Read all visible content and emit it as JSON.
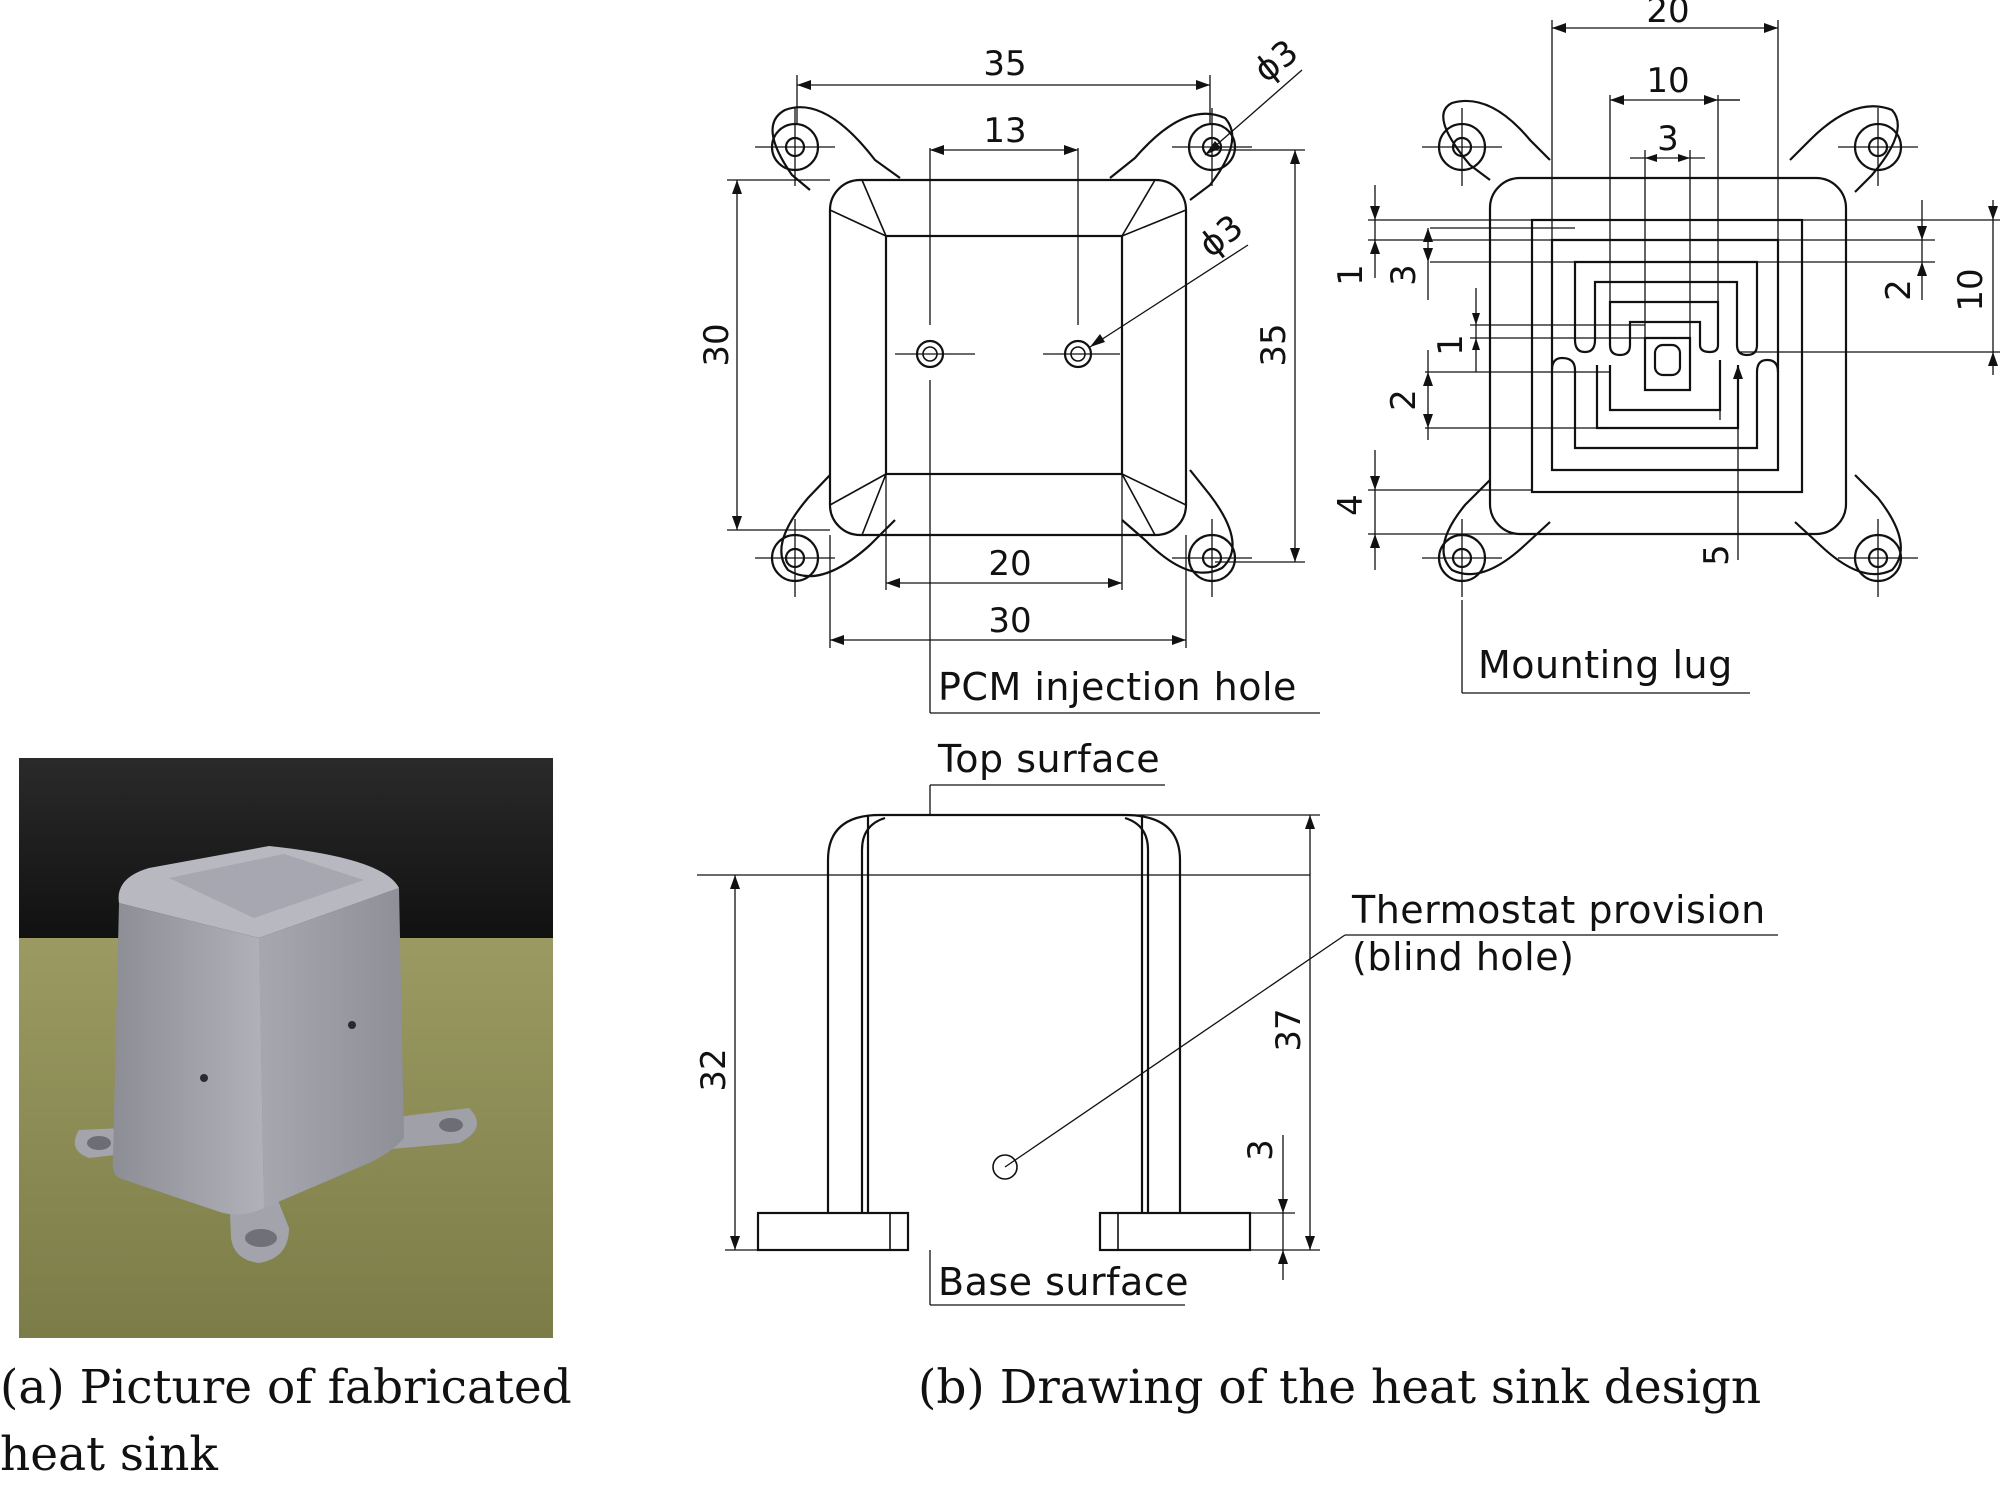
{
  "figure": {
    "caption_a_line1": "(a) Picture of fabricated",
    "caption_a_line2": "heat sink",
    "caption_b": "(b) Drawing of the heat sink design"
  },
  "photo": {
    "description_icon": "heat-sink-photo",
    "colors": {
      "background_wall": "#1c1c1c",
      "table_surface": "#8a8a52",
      "metal": "#a6a6ae"
    }
  },
  "top_view": {
    "labels": {
      "pcm_hole": "PCM injection hole"
    },
    "dims": {
      "width_outer": "35",
      "hole_spacing": "13",
      "diameter_upper": "ϕ3",
      "diameter_lower": "ϕ3",
      "height_left": "30",
      "height_right": "35",
      "inner_bottom": "20",
      "outer_bottom": "30"
    }
  },
  "section_view": {
    "labels": {
      "mounting_lug": "Mounting lug"
    },
    "dims": {
      "top_20": "20",
      "top_10": "10",
      "top_3": "3",
      "left_1a": "1",
      "left_3": "3",
      "left_1b": "1",
      "left_2": "2",
      "left_4": "4",
      "right_2": "2",
      "right_10": "10",
      "bottom_5": "5"
    }
  },
  "side_view": {
    "labels": {
      "top_surface": "Top surface",
      "base_surface": "Base surface",
      "thermostat_line1": "Thermostat provision",
      "thermostat_line2": "(blind hole)"
    },
    "dims": {
      "height_32": "32",
      "height_37": "37",
      "base_3": "3"
    }
  }
}
